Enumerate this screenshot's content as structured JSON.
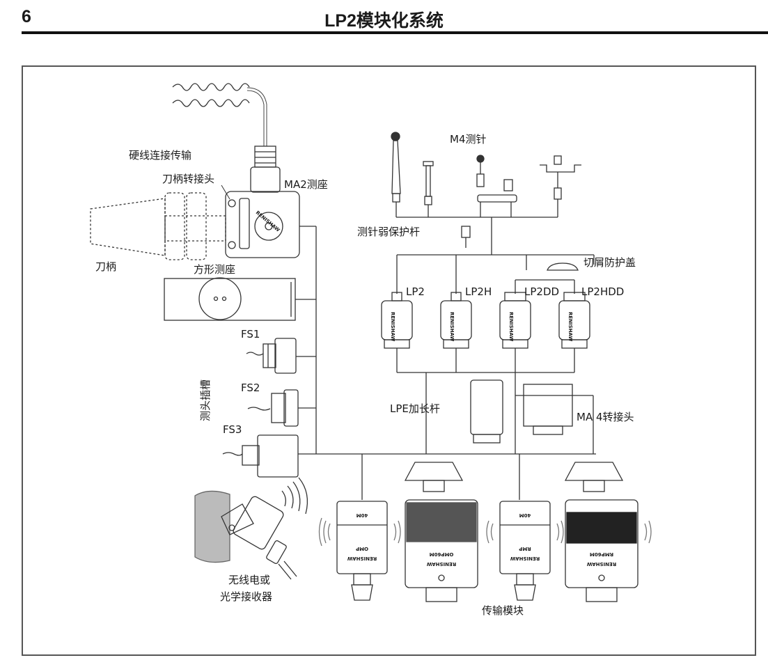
{
  "header": {
    "page_number": "6",
    "title": "LP2模块化系统"
  },
  "labels": {
    "hardwired": "硬线连接传输",
    "shank_adaptor": "刀柄转接头",
    "ma2": "MA2测座",
    "shank": "刀柄",
    "square_mount": "方形测座",
    "fs1": "FS1",
    "fs2": "FS2",
    "fs3": "FS3",
    "probe_slot": "测头插槽",
    "m4_stylus": "M4测针",
    "weak_link": "测针弱保护杆",
    "swarf_cover": "切屑防护盖",
    "lp2": "LP2",
    "lp2h": "LP2H",
    "lp2dd": "LP2DD",
    "lp2hdd": "LP2HDD",
    "lpe": "LPE加长杆",
    "ma4": "MA 4转接头",
    "receiver_line1": "无线电或",
    "receiver_line2": "光学接收器",
    "modules": "传输模块"
  },
  "device_text": {
    "brand": "RENISHAW",
    "m40": "40M",
    "omp": "OMP",
    "omp60m": "OMP60M",
    "rmp": "RMP",
    "rmp60m": "RMP60M"
  }
}
